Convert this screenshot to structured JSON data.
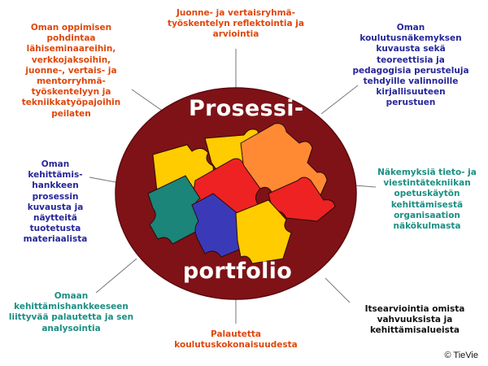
{
  "title": {
    "top": "Prosessi-",
    "bottom": "portfolio"
  },
  "colors": {
    "ellipse": "#7f1217",
    "ellipse_edge": "#5c0b0f",
    "spoke": "#777777",
    "orange_text": "#e0460b",
    "blue_text": "#26269a",
    "teal_text": "#1b8f84",
    "black_text": "#111111",
    "piece_yellow": "#ffcc00",
    "piece_orange": "#ff8a33",
    "piece_red": "#ee2222",
    "piece_blue": "#3a3ab8",
    "piece_teal": "#1a8578"
  },
  "labels": {
    "top_center": "Juonne- ja vertaisryhmä-\ntyöskentelyn reflektointia ja\narviointia",
    "top_right": "Oman\nkoulutusnäkemyksen\nkuvausta sekä\nteoreettisia ja\npedagogisia perusteluja\ntehdyille valinnoille\nkirjallisuuteen\nperustuen",
    "right": "Näkemyksiä tieto- ja\nviestintätekniikan\nopetuskäytön\nkehittämisestä\norganisaation\nnäkökulmasta",
    "bottom_right": "Itsearviointia omista\nvahvuuksista ja\nkehittämisalueista",
    "bottom_center": "Palautetta\nkoulutuskokonaisuudesta",
    "bottom_left": "Omaan\nkehittämishankkeeseen\nliittyvää palautetta ja sen\nanalysointia",
    "left": "Oman\nkehittämis-\nhankkeen\nprosessin\nkuvausta ja\nnäytteitä\ntuotetusta\nmateriaalista",
    "top_left": "Oman oppimisen\npohdintaa\nlähiseminaareihin,\nverkkojaksoihin,\njuonne-, vertais- ja\nmentorryhmä-\ntyöskentelyyn ja\ntekniikkatyöpajoihin\npeilaten"
  },
  "copyright": "© TieVie"
}
